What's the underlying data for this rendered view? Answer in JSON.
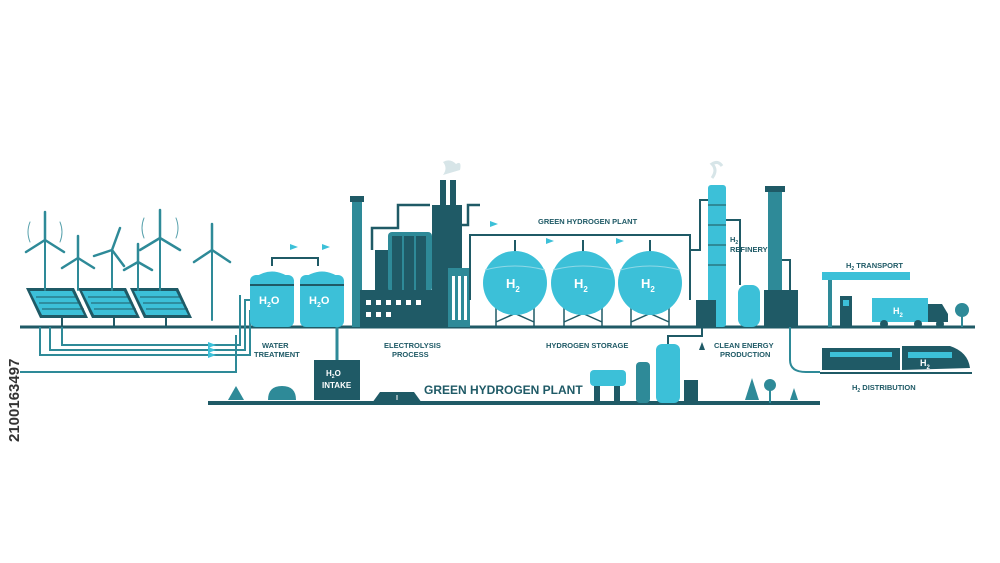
{
  "colors": {
    "dark": "#1f5a66",
    "teal": "#2e8a98",
    "light": "#3cc0d8",
    "pale": "#8fd8e6",
    "plant_green": "#2f6e7a"
  },
  "labels": {
    "water_treatment_1": "WATER",
    "water_treatment_2": "TREATMENT",
    "electrolysis_1": "ELECTROLYSIS",
    "electrolysis_2": "PROCESS",
    "hydrogen_storage": "HYDROGEN STORAGE",
    "clean_energy_1": "CLEAN ENERGY",
    "clean_energy_2": "PRODUCTION",
    "plant_top": "GREEN HYDROGEN PLANT",
    "plant_main": "GREEN HYDROGEN PLANT",
    "refinery_h": "H",
    "refinery_sub": "2",
    "refinery": "REFINERY",
    "transport_h": "H",
    "transport_sub": "2",
    "transport": " TRANSPORT",
    "distribution_h": "H",
    "distribution_sub": "2",
    "distribution": " DISTRIBUTION",
    "intake_h": "H",
    "intake_sub": "2",
    "intake_o": "O",
    "intake": "INTAKE"
  },
  "tanks": {
    "water_1": "H",
    "water_1_sub": "2",
    "water_1_o": "O",
    "water_2": "H",
    "water_2_sub": "2",
    "water_2_o": "O",
    "sphere_1": "H",
    "sphere_1_sub": "2",
    "sphere_2": "H",
    "sphere_2_sub": "2",
    "sphere_3": "H",
    "sphere_3_sub": "2",
    "truck": "H",
    "truck_sub": "2",
    "train": "H",
    "train_sub": "2"
  },
  "watermark": {
    "stock_id": "2100163497"
  },
  "icons": [
    "wind-turbine-icon",
    "solar-panel-icon",
    "factory-icon",
    "storage-sphere-icon",
    "refinery-tower-icon",
    "truck-icon",
    "train-icon",
    "gas-station-icon",
    "tree-icon"
  ]
}
